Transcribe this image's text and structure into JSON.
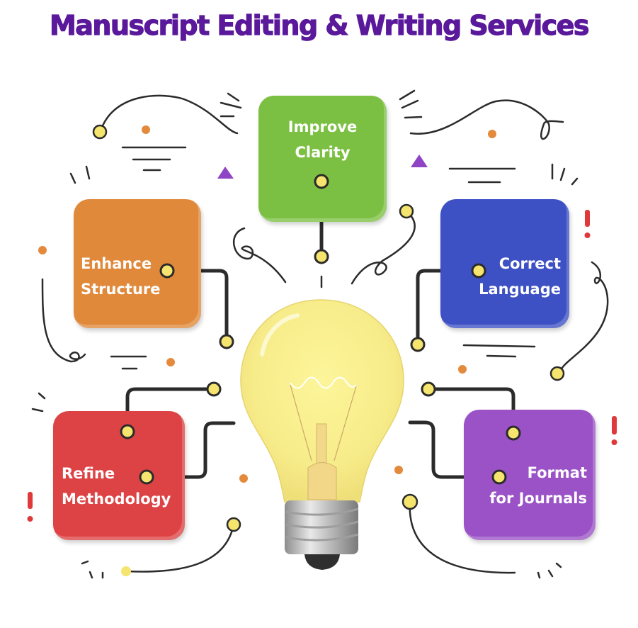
{
  "title": "Manuscript Editing & Writing Services",
  "colors": {
    "title": "#5a189a",
    "connector_dot": "#f5e46e",
    "line": "#2b2b2b",
    "accent_dot": "#e38a3c",
    "triangle": "#8e44c4",
    "exclamation": "#e0393b"
  },
  "services": [
    {
      "id": "clarity",
      "line1": "Improve",
      "line2": "Clarity",
      "color": "#7cc043"
    },
    {
      "id": "structure",
      "line1": "Enhance",
      "line2": "Structure",
      "color": "#e0893a"
    },
    {
      "id": "language",
      "line1": "Correct",
      "line2": "Language",
      "color": "#3d50c4"
    },
    {
      "id": "methodology",
      "line1": "Refine",
      "line2": "Methodology",
      "color": "#dd4345"
    },
    {
      "id": "journals",
      "line1": "Format",
      "line2": "for Journals",
      "color": "#9a52c6"
    }
  ],
  "center_icon": "light-bulb-icon"
}
